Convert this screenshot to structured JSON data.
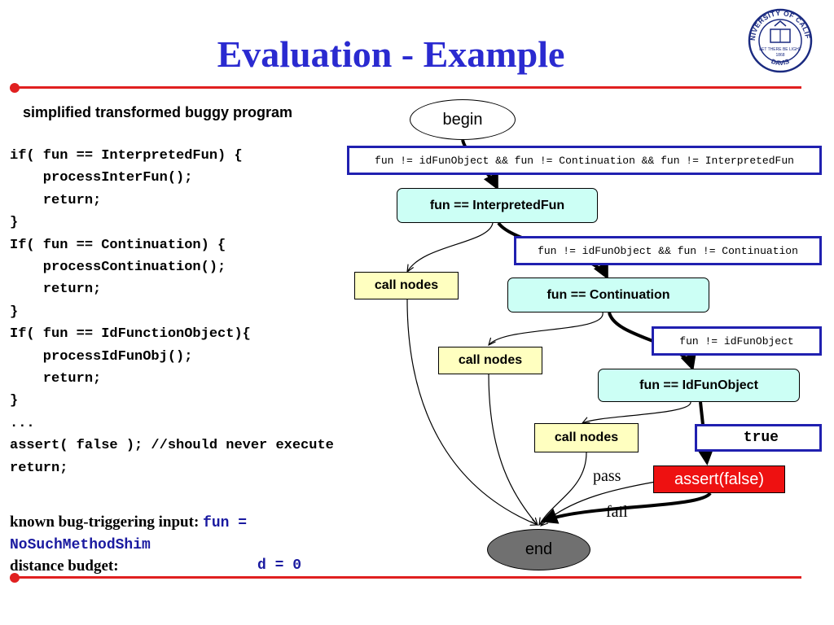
{
  "slide": {
    "title": "Evaluation - Example",
    "subtitle": "simplified transformed buggy program",
    "code": "if( fun == InterpretedFun) {\n    processInterFun();\n    return;\n}\nIf( fun == Continuation) {\n    processContinuation();\n    return;\n}\nIf( fun == IdFunctionObject){\n    processIdFunObj();\n    return;\n}\n...\nassert( false ); //should never execute\nreturn;",
    "known_bug_label": "known bug-triggering input: ",
    "known_bug_value_1": "fun =",
    "known_bug_value_2": "NoSuchMethodShim",
    "distance_label": "distance budget:",
    "distance_value": "d  = 0",
    "accent_color": "#e02020",
    "title_color": "#2a2ad0"
  },
  "seal": {
    "text": "THE UNIVERSITY OF CALIFORNIA",
    "campus": "DAVIS",
    "motto": "LET THERE BE LIGHT",
    "year": "1868"
  },
  "diagram": {
    "begin": "begin",
    "end": "end",
    "cond1": "fun != idFunObject && fun != Continuation && fun != InterpretedFun",
    "dec1": "fun == InterpretedFun",
    "cond2": "fun != idFunObject && fun != Continuation",
    "dec2": "fun == Continuation",
    "cond3": "fun != idFunObject",
    "dec3": "fun == IdFunObject",
    "call1": "call nodes",
    "call2": "call nodes",
    "call3": "call nodes",
    "true_label": "true",
    "assert_node": "assert(false)",
    "pass_label": "pass",
    "fail_label": "fail",
    "assert_color": "#ee1111",
    "decision_color": "#ccfff5",
    "call_color": "#ffffc0",
    "cond_border_color": "#2020b0"
  }
}
